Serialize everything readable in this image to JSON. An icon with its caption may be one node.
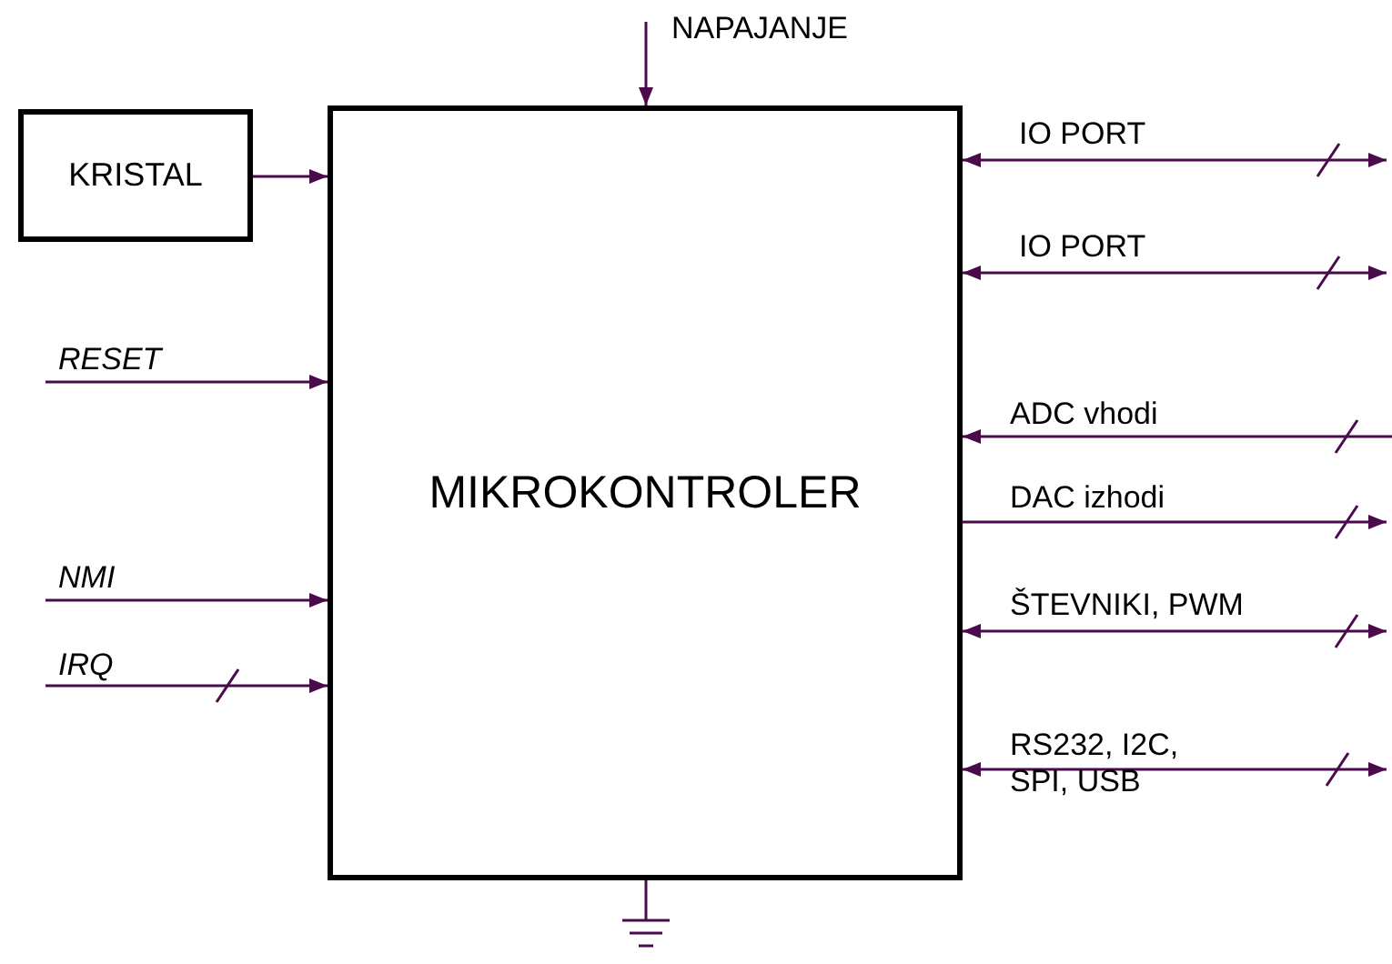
{
  "diagram": {
    "nodes": [
      {
        "text": [
          "MIKROKONTROLER"
        ]
      },
      {
        "text": [
          "KRISTAL"
        ]
      },
      {
        "text": [],
        "shape": "ground"
      }
    ],
    "edges": [
      {
        "from": null,
        "to": 0,
        "arrow": "to",
        "label": "NAPAJANJE"
      },
      {
        "from": 1,
        "to": 0,
        "arrow": "to"
      },
      {
        "from": null,
        "to": 0,
        "arrow": "to",
        "label": "RESET"
      },
      {
        "from": null,
        "to": 0,
        "arrow": "to",
        "label": "NMI"
      },
      {
        "from": null,
        "to": 0,
        "arrow": "to",
        "label": "IRQ"
      },
      {
        "from": 0,
        "to": null,
        "arrow": "both",
        "label": "IO PORT"
      },
      {
        "from": 0,
        "to": null,
        "arrow": "both",
        "label": "IO PORT"
      },
      {
        "from": null,
        "to": 0,
        "arrow": "to",
        "label": "ADC vhodi"
      },
      {
        "from": 0,
        "to": null,
        "arrow": "to",
        "label": "DAC izhodi"
      },
      {
        "from": 0,
        "to": null,
        "arrow": "both",
        "label": "ŠTEVNIKI, PWM"
      },
      {
        "from": 0,
        "to": null,
        "arrow": "both",
        "label": "RS232, I2C, SPI, USB"
      },
      {
        "from": 0,
        "to": 2,
        "arrow": "none"
      }
    ]
  }
}
